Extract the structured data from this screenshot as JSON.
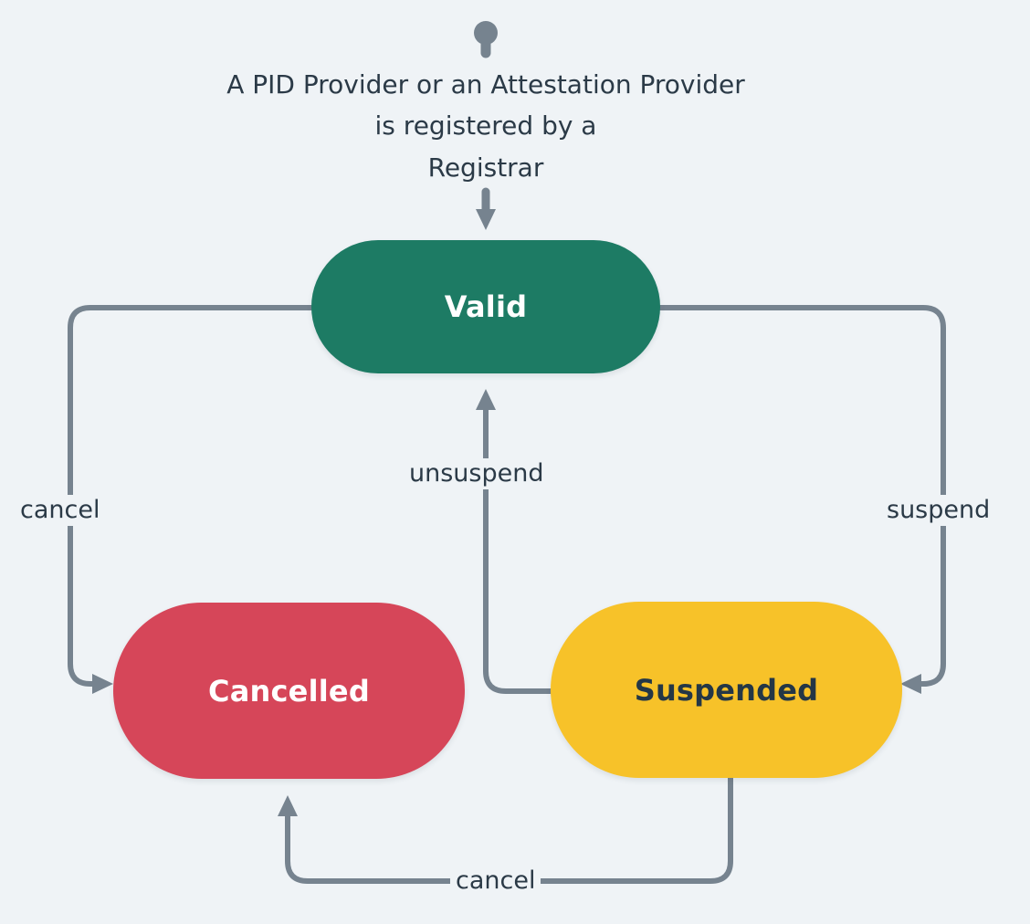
{
  "diagram": {
    "title_lines": [
      "A PID Provider or an Attestation Provider",
      "is registered by a",
      "Registrar"
    ],
    "background_color": "#eff3f6",
    "edge_color": "#76838f",
    "text_color": "#2b3a47",
    "start_marker": "initial-state-marker",
    "nodes": [
      {
        "id": "valid",
        "label": "Valid",
        "fill": "#1d7b64",
        "text_color": "#ffffff"
      },
      {
        "id": "cancelled",
        "label": "Cancelled",
        "fill": "#d64659",
        "text_color": "#ffffff"
      },
      {
        "id": "suspended",
        "label": "Suspended",
        "fill": "#f7c229",
        "text_color": "#243746"
      }
    ],
    "transitions": [
      {
        "id": "valid-to-cancelled",
        "label": "cancel",
        "from": "valid",
        "to": "cancelled"
      },
      {
        "id": "valid-to-suspended",
        "label": "suspend",
        "from": "valid",
        "to": "suspended"
      },
      {
        "id": "suspended-to-valid",
        "label": "unsuspend",
        "from": "suspended",
        "to": "valid"
      },
      {
        "id": "suspended-to-cancelled",
        "label": "cancel",
        "from": "suspended",
        "to": "cancelled"
      }
    ]
  }
}
